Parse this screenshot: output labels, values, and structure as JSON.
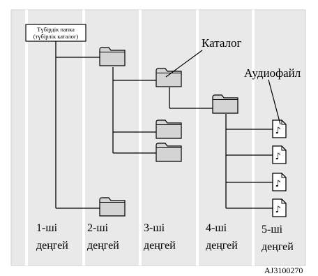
{
  "root": {
    "line1": "Түбірдік папка",
    "line2": "(түбірлік каталог)"
  },
  "callouts": {
    "catalog": "Каталог",
    "audio_file": "Аудиофайл"
  },
  "levels": [
    {
      "line1": "1-ші",
      "line2": "деңгей"
    },
    {
      "line1": "2-ші",
      "line2": "деңгей"
    },
    {
      "line1": "3-ші",
      "line2": "деңгей"
    },
    {
      "line1": "4-ші",
      "line2": "деңгей"
    },
    {
      "line1": "5-ші",
      "line2": "деңгей"
    }
  ],
  "figure_code": "AJ3100270",
  "colors": {
    "background": "#ffffff",
    "panel": "#e9e9e9",
    "column_divider": "#ffffff",
    "folder_fill": "#d4d4d4",
    "stroke": "#000000"
  },
  "icons": {
    "folder": "folder-icon",
    "audio_file": "music-note-file-icon"
  }
}
